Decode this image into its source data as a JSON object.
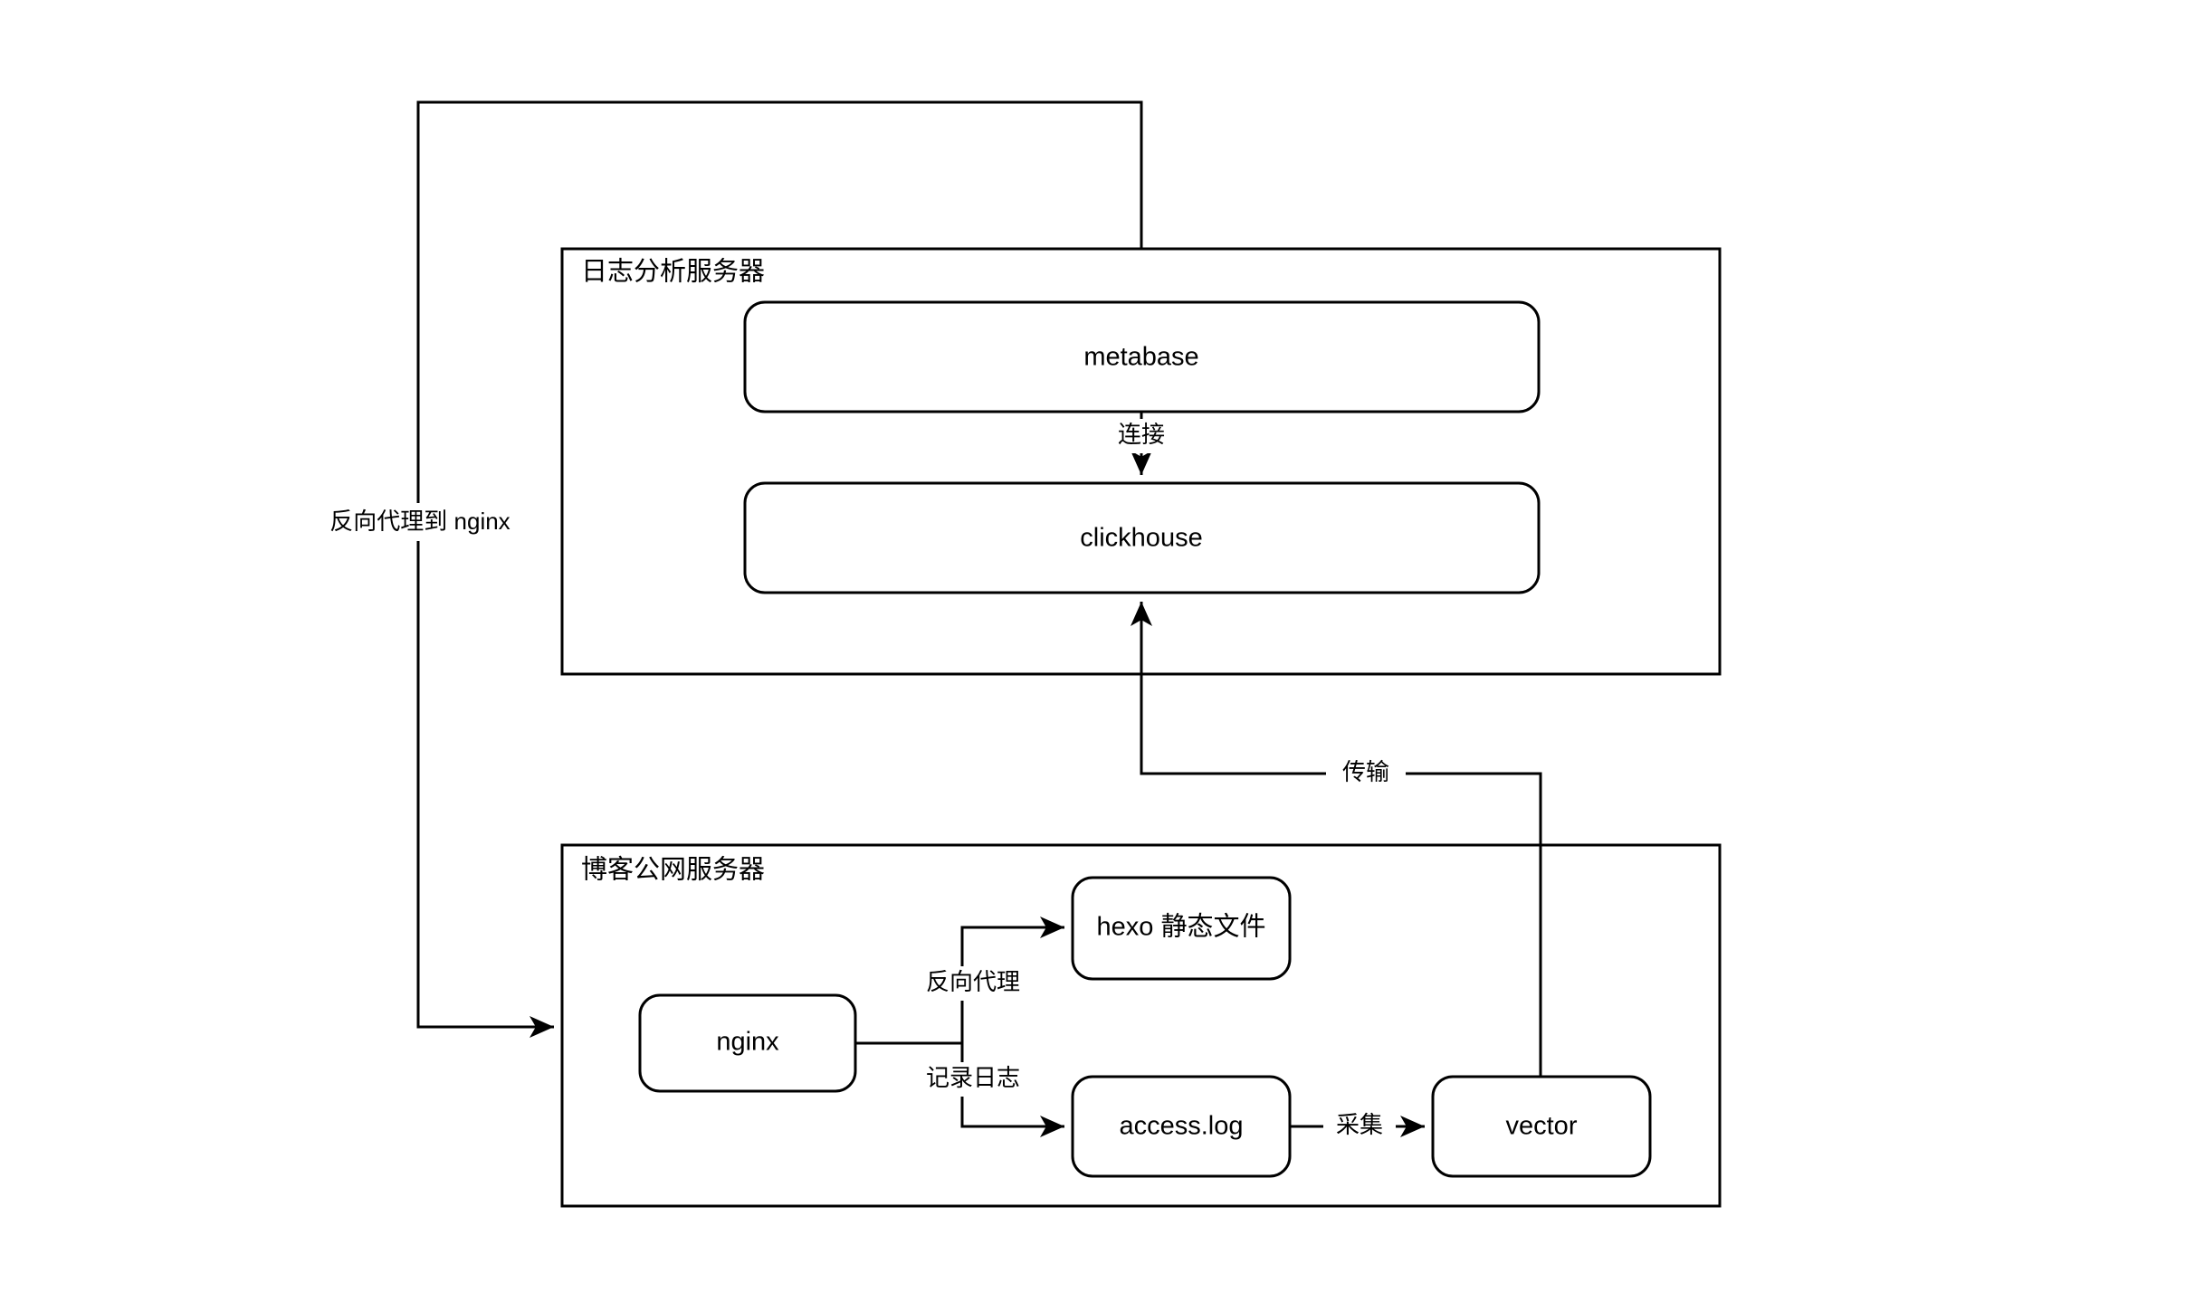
{
  "diagram": {
    "title": "blog log analysis architecture",
    "background_color": "#ffffff",
    "stroke_color": "#000000",
    "groups": [
      {
        "id": "log-analysis-server",
        "label": "日志分析服务器"
      },
      {
        "id": "blog-public-server",
        "label": "博客公网服务器"
      }
    ],
    "nodes": [
      {
        "id": "metabase",
        "label": "metabase"
      },
      {
        "id": "clickhouse",
        "label": "clickhouse"
      },
      {
        "id": "nginx",
        "label": "nginx"
      },
      {
        "id": "hexo",
        "label": "hexo 静态文件"
      },
      {
        "id": "accesslog",
        "label": "access.log"
      },
      {
        "id": "vector",
        "label": "vector"
      }
    ],
    "edges": [
      {
        "id": "metabase-to-nginx",
        "label": "反向代理到 nginx",
        "from": "metabase",
        "to": "nginx"
      },
      {
        "id": "metabase-to-clickhouse",
        "label": "连接",
        "from": "metabase",
        "to": "clickhouse"
      },
      {
        "id": "vector-to-clickhouse",
        "label": "传输",
        "from": "vector",
        "to": "clickhouse"
      },
      {
        "id": "nginx-to-hexo",
        "label": "反向代理",
        "from": "nginx",
        "to": "hexo"
      },
      {
        "id": "nginx-to-accesslog",
        "label": "记录日志",
        "from": "nginx",
        "to": "accesslog"
      },
      {
        "id": "accesslog-to-vector",
        "label": "采集",
        "from": "accesslog",
        "to": "vector"
      }
    ]
  }
}
